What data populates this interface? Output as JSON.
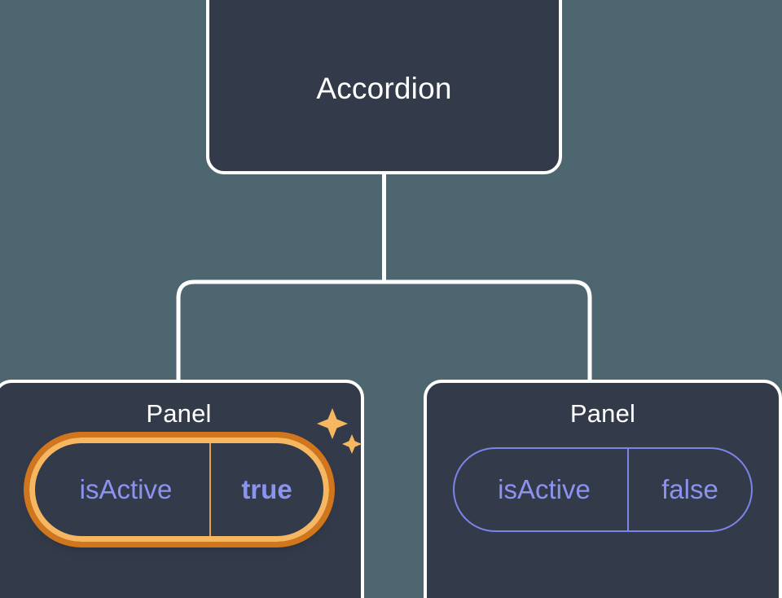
{
  "canvas": {
    "background_color": "#4e6670",
    "card_fill_color": "#333b4a",
    "card_border_color": "#ffffff",
    "connector_color": "#ffffff",
    "accent_purple": "#8b93f0",
    "accent_amber_light": "#f7b760",
    "accent_amber_dark": "#d2761e"
  },
  "tree": {
    "root": {
      "title": "Accordion"
    },
    "children": [
      {
        "title": "Panel",
        "highlighted": true,
        "prop": {
          "key": "isActive",
          "value": "true"
        },
        "sparkle_icon": "sparkles-icon"
      },
      {
        "title": "Panel",
        "highlighted": false,
        "prop": {
          "key": "isActive",
          "value": "false"
        }
      }
    ]
  }
}
